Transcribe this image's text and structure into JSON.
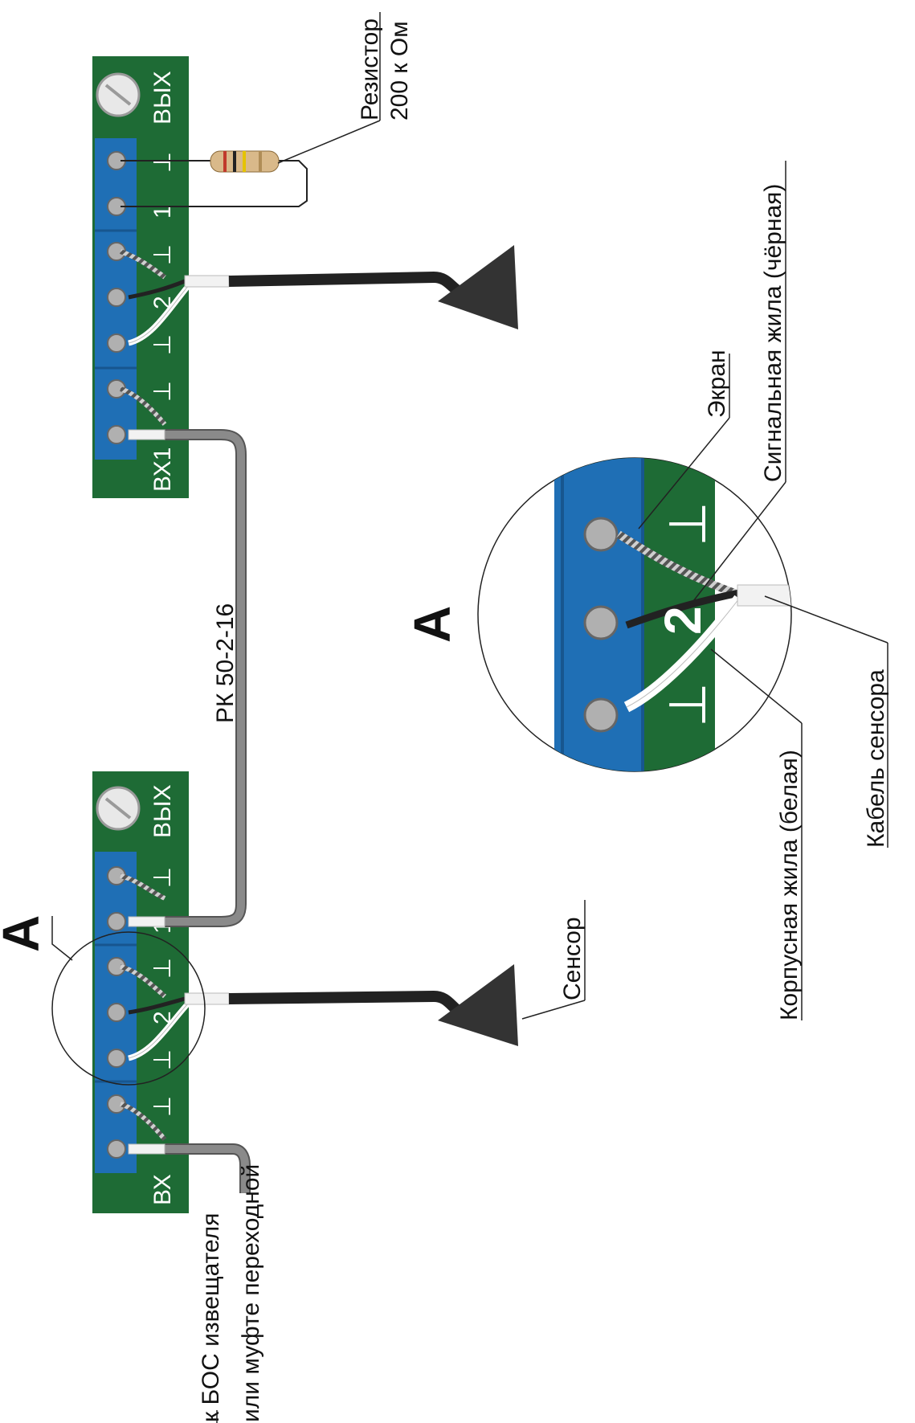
{
  "labels": {
    "to_bos_line1": "к БОС извещателя",
    "to_bos_line2": "или муфте переходной",
    "cable_type": "РК 50-2-16",
    "resistor_line1": "Резистор",
    "resistor_line2": "200 к Ом",
    "sensor": "Сенсор",
    "detail_mark": "А",
    "screen": "Экран",
    "signal_core": "Сигнальная жила (чёрная)",
    "sensor_cable": "Кабель сенсора",
    "body_core": "Корпусная жила (белая)"
  },
  "board1": {
    "in": "ВХ",
    "out": "ВЫХ",
    "gnd": "⊥",
    "ch1": "1",
    "ch2": "2"
  },
  "board2": {
    "in": "ВХ1",
    "out": "ВЫХ",
    "gnd": "⊥",
    "ch1": "1",
    "ch2": "2"
  },
  "detail": {
    "ch2": "2",
    "gnd": "⊥"
  },
  "colors": {
    "pcb_green": "#1e6b35",
    "terminal_blue": "#1f6fb5",
    "coax_gray": "#8a8a8a",
    "sensor_cable": "#222222",
    "resistor_body": "#d9b98a"
  }
}
